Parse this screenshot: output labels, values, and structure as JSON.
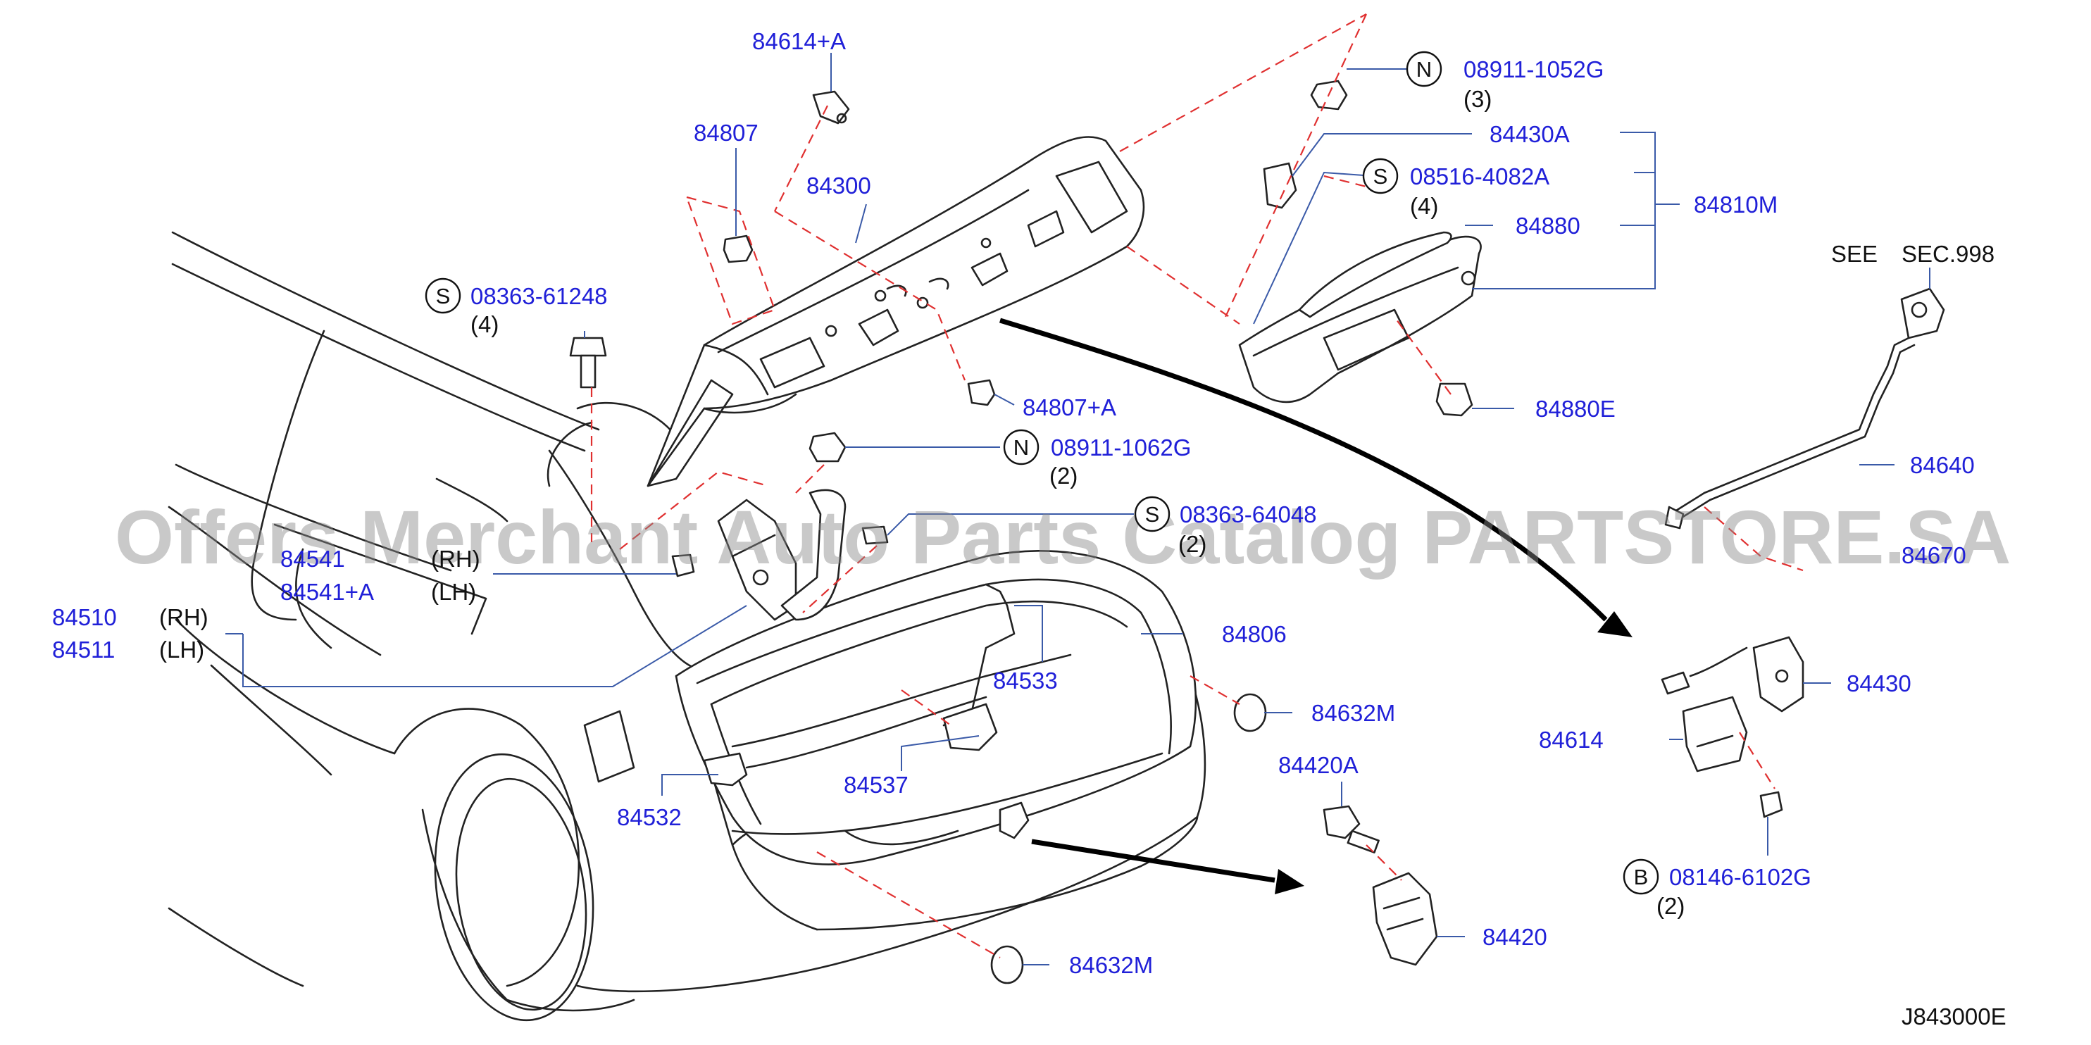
{
  "diagram": {
    "labels": {
      "p84614A": "84614+A",
      "p84807": "84807",
      "p84300": "84300",
      "p84807A": "84807+A",
      "p08363_61248": "08363-61248",
      "q4a": "(4)",
      "p08911_1062G": "08911-1062G",
      "q2a": "(2)",
      "p08363_64048": "08363-64048",
      "q2b": "(2)",
      "p84541": "84541",
      "p84541A": "84541+A",
      "rh1": "(RH)",
      "lh1": "(LH)",
      "p84510": "84510",
      "p84511": "84511",
      "rh2": "(RH)",
      "lh2": "(LH)",
      "p84806": "84806",
      "p84533": "84533",
      "p84632M_a": "84632M",
      "p84537": "84537",
      "p84532": "84532",
      "p84420A": "84420A",
      "p84420": "84420",
      "p84632M_b": "84632M",
      "p08911_1052G": "08911-1052G",
      "q3": "(3)",
      "p84430A": "84430A",
      "p08516_4082A": "08516-4082A",
      "q4b": "(4)",
      "p84810M": "84810M",
      "p84880": "84880",
      "p84880E": "84880E",
      "see": "SEE",
      "sec": "SEC.998",
      "p84640": "84640",
      "p84670": "84670",
      "p84430": "84430",
      "p84614": "84614",
      "p08146_6102G": "08146-6102G",
      "q2c": "(2)",
      "drawing_code": "J843000E"
    },
    "symbols": {
      "n1": "N",
      "n2": "N",
      "s1": "S",
      "s2": "S",
      "s3": "S",
      "b1": "B"
    },
    "watermark": "Offers Merchant Auto Parts Catalog PARTSTORE.SA",
    "colors": {
      "part_number": "#2020d8",
      "leader": "#3a5aa8",
      "dashed_guide": "#e03030",
      "outline": "#222222",
      "watermark": "#8a8a8a"
    }
  }
}
